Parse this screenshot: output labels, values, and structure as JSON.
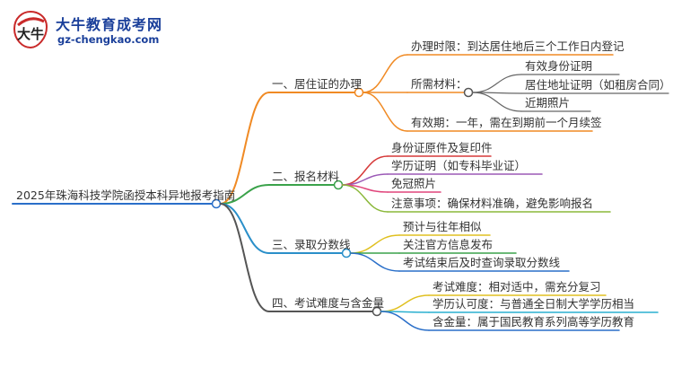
{
  "brand": {
    "name": "大牛教育成考网",
    "url": "gz-chengkao.com",
    "badge": "大牛"
  },
  "mindmap": {
    "root": "2025年珠海科技学院函授本科异地报考指南",
    "branches": [
      {
        "label": "一、居住证的办理",
        "color": "#f08a24",
        "children": [
          {
            "label": "办理时限：到达居住地后三个工作日内登记"
          },
          {
            "label": "所需材料：",
            "children": [
              "有效身份证明",
              "居住地址证明（如租房合同）",
              "近期照片"
            ]
          },
          {
            "label": "有效期：一年，需在到期前一个月续签"
          }
        ]
      },
      {
        "label": "二、报名材料",
        "color": "#3aa24a",
        "children": [
          {
            "label": "身份证原件及复印件",
            "color": "#d63a3a"
          },
          {
            "label": "学历证明（如专科毕业证）",
            "color": "#9b59b6"
          },
          {
            "label": "免冠照片",
            "color": "#e0457b"
          },
          {
            "label": "注意事项：确保材料准确，避免影响报名",
            "color": "#8bb83a"
          }
        ]
      },
      {
        "label": "三、录取分数线",
        "color": "#2a8fc9",
        "children": [
          {
            "label": "预计与往年相似",
            "color": "#e0c020"
          },
          {
            "label": "关注官方信息发布",
            "color": "#3aa24a"
          },
          {
            "label": "考试结束后及时查询录取分数线",
            "color": "#2a6fc9"
          }
        ]
      },
      {
        "label": "四、考试难度与含金量",
        "color": "#555555",
        "children": [
          {
            "label": "考试难度：相对适中，需充分复习",
            "color": "#e0c020"
          },
          {
            "label": "学历认可度：与普通全日制大学学历相当",
            "color": "#2ab0d0"
          },
          {
            "label": "含金量：属于国民教育系列高等学历教育",
            "color": "#2a6fc9"
          }
        ]
      }
    ]
  }
}
